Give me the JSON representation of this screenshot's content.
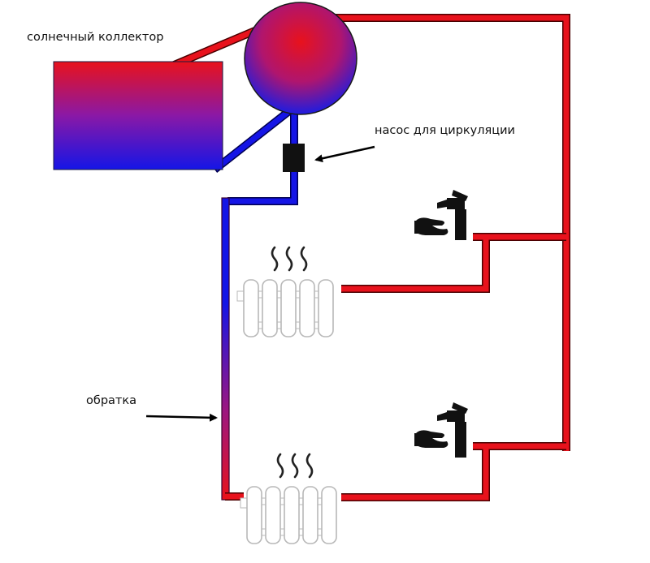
{
  "labels": {
    "collector": "солнечный коллектор",
    "pump": "насос для циркуляции",
    "return": "обратка"
  },
  "colors": {
    "hot": "#e8121c",
    "cold": "#1515e6",
    "pipe_outline": "#4a0000",
    "pump": "#111111",
    "radiator_outline": "#b8b8b8",
    "arrow": "#000000"
  },
  "components": {
    "collector_icon": "solar-collector-gradient-panel",
    "tank_icon": "storage-tank-gradient-sphere",
    "pump_icon": "circulation-pump-block",
    "radiator_icon": "radiator-with-heat-waves",
    "tap_icon": "faucet-with-hand-icon"
  }
}
